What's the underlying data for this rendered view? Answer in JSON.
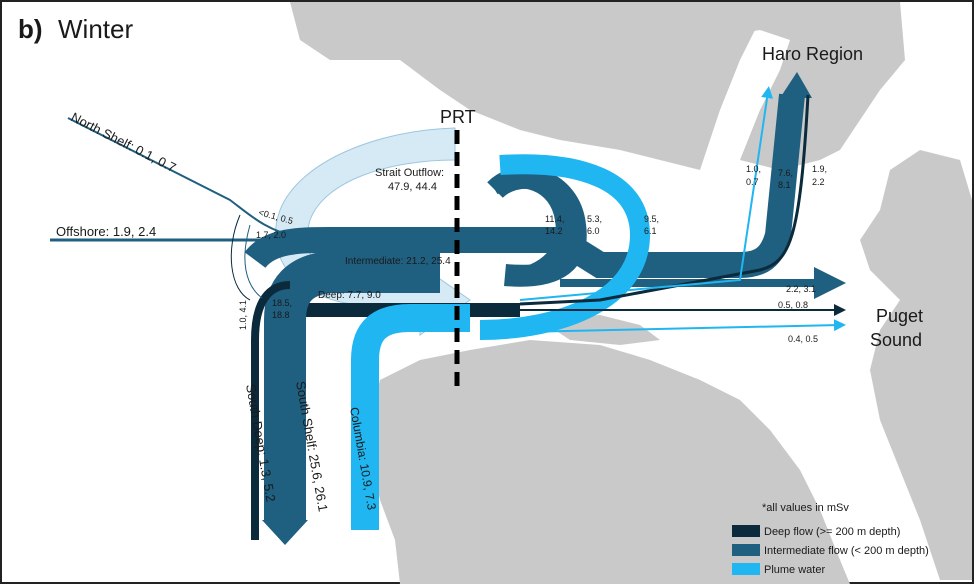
{
  "panel": {
    "letter": "b)",
    "title": "Winter"
  },
  "labels": {
    "prt": "PRT",
    "haro": "Haro Region",
    "puget_line1": "Puget",
    "puget_line2": "Sound",
    "north_shelf": "North Shelf: 0.1, 0.7",
    "offshore": "Offshore: 1.9, 2.4",
    "strait_line1": "Strait Outflow:",
    "strait_line2": "47.9, 44.4",
    "intermediate": "Intermediate: 21.2, 25.4",
    "deep": "Deep: 7.7, 9.0",
    "south_deep": "South Deep: 1.3, 5.2",
    "south_shelf": "South Shelf: 25.6, 26.1",
    "columbia": "Columbia: 10.9, 7.3",
    "ns_small": "<0.1, 0.5",
    "off_small": "1.7, 2.0",
    "sd_small": "1.0, 4.1",
    "ss_1": "18.5,",
    "ss_2": "18.8",
    "loop1_1": "11.4,",
    "loop1_2": "14.2",
    "loop2_1": "5.3,",
    "loop2_2": "6.0",
    "loop3_1": "9.5,",
    "loop3_2": "6.1",
    "haro_p1": "1.0,",
    "haro_p2": "0.7",
    "haro_i1": "7.6,",
    "haro_i2": "8.1",
    "haro_d1": "1.9,",
    "haro_d2": "2.2",
    "puget_i": "2.2, 3.1",
    "puget_d": "0.5, 0.8",
    "puget_p": "0.4, 0.5"
  },
  "legend": {
    "note": "*all values in mSv",
    "items": [
      {
        "label": "Deep flow (>= 200 m depth)",
        "color": "#0b2a3b"
      },
      {
        "label": "Intermediate flow (< 200 m depth)",
        "color": "#1f5f80"
      },
      {
        "label": "Plume water",
        "color": "#1fb6f2"
      }
    ]
  },
  "colors": {
    "deep": "#0b2a3b",
    "intermediate": "#1f5f80",
    "plume": "#1fb6f2",
    "land": "#c9c9c9",
    "outflow": "#cfe6f3"
  }
}
